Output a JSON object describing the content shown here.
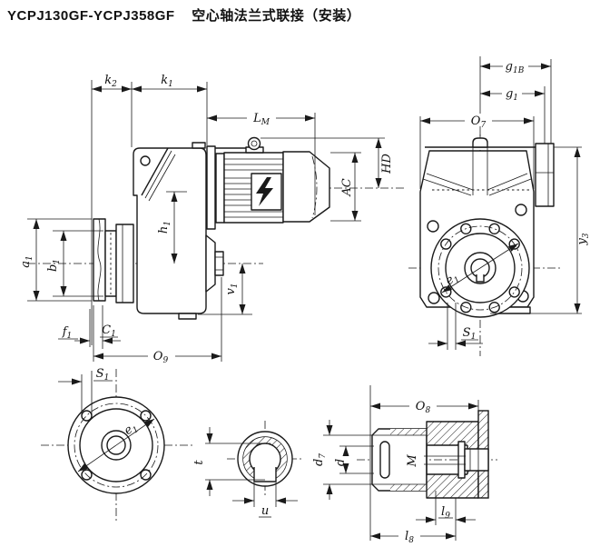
{
  "title": "YCPJ130GF-YCPJ358GF    空心轴法兰式联接（安装）",
  "colors": {
    "line": "#1a1a1a",
    "background": "#ffffff"
  },
  "views": {
    "side": "gearmotor-side-elevation",
    "front": "gearmotor-end-elevation",
    "flange": "output-flange-face",
    "shaft_section": "hollow-shaft-cross-section",
    "shaft_detail": "hollow-shaft-axial-section"
  },
  "labels": {
    "k2": {
      "main": "k",
      "sub": "2"
    },
    "k1": {
      "main": "k",
      "sub": "1"
    },
    "lm": {
      "main": "L",
      "sub": "M"
    },
    "hd": {
      "main": "HD",
      "sub": ""
    },
    "ac": {
      "main": "AC",
      "sub": ""
    },
    "h1": {
      "main": "h",
      "sub": "1"
    },
    "a1": {
      "main": "a",
      "sub": "1"
    },
    "b1": {
      "main": "b",
      "sub": "1"
    },
    "f1": {
      "main": "f",
      "sub": "1"
    },
    "c1": {
      "main": "C",
      "sub": "1"
    },
    "o9": {
      "main": "O",
      "sub": "9"
    },
    "v1": {
      "main": "v",
      "sub": "1"
    },
    "g1b": {
      "main": "g",
      "sub": "1B"
    },
    "g1": {
      "main": "g",
      "sub": "1"
    },
    "o7": {
      "main": "O",
      "sub": "7"
    },
    "y3": {
      "main": "y",
      "sub": "3"
    },
    "e1_front": {
      "main": "e",
      "sub": "1"
    },
    "s1_front": {
      "main": "S",
      "sub": "1"
    },
    "s1_flange": {
      "main": "S",
      "sub": "1"
    },
    "e1_flange": {
      "main": "e",
      "sub": "1"
    },
    "t": {
      "main": "t",
      "sub": ""
    },
    "u": {
      "main": "u",
      "sub": ""
    },
    "o8": {
      "main": "O",
      "sub": "8"
    },
    "d7": {
      "main": "d",
      "sub": "7"
    },
    "d": {
      "main": "d",
      "sub": ""
    },
    "m": {
      "main": "M",
      "sub": ""
    },
    "l9": {
      "main": "l",
      "sub": "9"
    },
    "l8": {
      "main": "l",
      "sub": "8"
    }
  }
}
